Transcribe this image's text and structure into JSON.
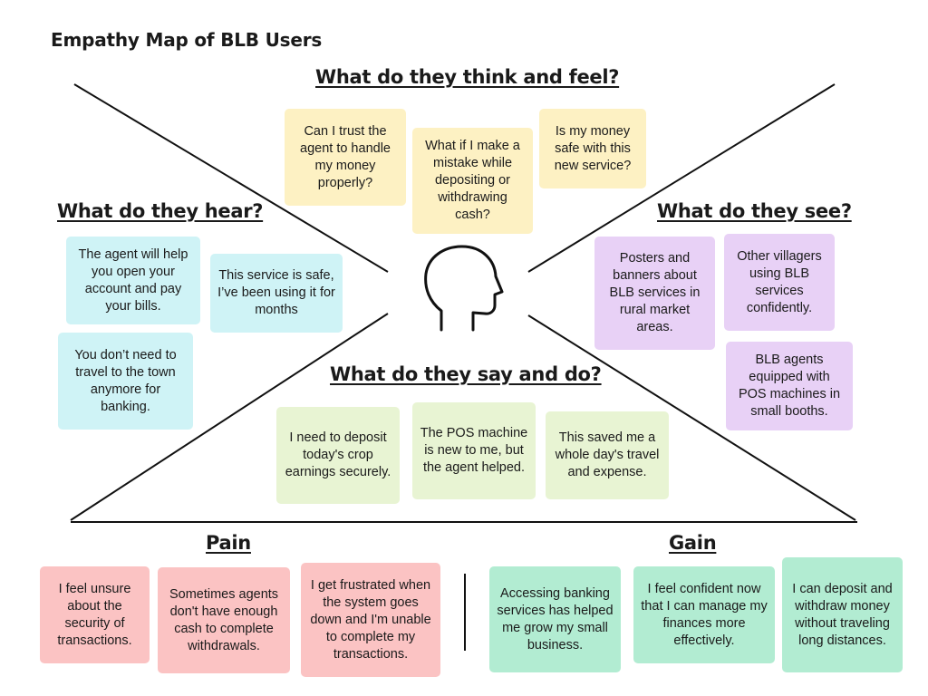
{
  "title": "Empathy Map of BLB Users",
  "sections": {
    "think_feel": "What do they think and feel?",
    "hear": "What do they hear?",
    "see": "What do they see?",
    "say_do": "What do they say and do?",
    "pain": "Pain",
    "gain": "Gain"
  },
  "think_feel_notes": [
    "Can I trust the agent to handle my money properly?",
    "What if I make a mistake while depositing or withdrawing cash?",
    "Is my money safe with this new service?"
  ],
  "hear_notes": [
    "The agent will help you open your account and pay your bills.",
    "This service is safe, I’ve been using it for months",
    "You don’t need to travel to the town anymore for banking."
  ],
  "see_notes": [
    "Posters and banners about BLB services in rural market areas.",
    "Other villagers using BLB services confidently.",
    "BLB agents equipped with POS machines in small booths."
  ],
  "say_do_notes": [
    "I need to deposit today's crop earnings securely.",
    "The POS machine is new to me, but the agent helped.",
    "This saved me a whole day's travel and expense."
  ],
  "pain_notes": [
    "I feel unsure about the security of transactions.",
    "Sometimes agents don't have enough cash to complete withdrawals.",
    "I get frustrated when the system goes down and I'm unable to complete my transactions."
  ],
  "gain_notes": [
    "Accessing banking services has helped me grow my small business.",
    "I feel confident now that I can manage my finances more effectively.",
    "I can deposit and withdraw money without traveling long distances."
  ],
  "icons": {
    "center": "head-profile-icon"
  },
  "colors": {
    "think_feel": "#fdf1c3",
    "hear": "#cff3f6",
    "see": "#e8d1f6",
    "say_do": "#e8f4d3",
    "pain": "#fbc3c3",
    "gain": "#b2ecd2"
  }
}
